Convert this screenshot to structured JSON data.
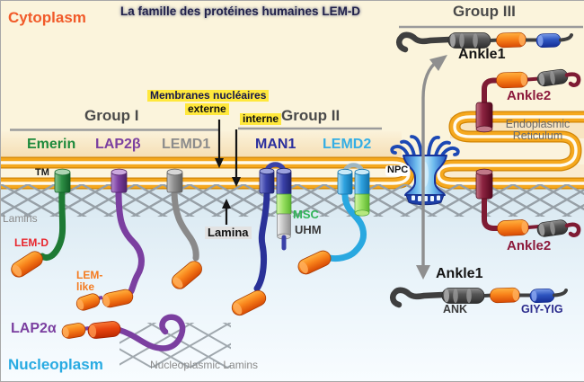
{
  "title": "La famille des protéines humaines LEM-D",
  "regions": {
    "cytoplasm": "Cytoplasm",
    "nucleoplasm": "Nucleoplasm",
    "lamins": "Lamins",
    "nucleoplasmic_lamins": "Nucleoplasmic Lamins",
    "lamina": "Lamina",
    "npc": "NPC",
    "er": {
      "line1": "Endoplasmic",
      "line2": "Reticulum"
    }
  },
  "membrane_labels": {
    "title": "Membranes nucléaires",
    "outer": "externe",
    "inner": "interne"
  },
  "groups": {
    "group1": "Group I",
    "group2": "Group II",
    "group3": "Group III"
  },
  "proteins": {
    "emerin": "Emerin",
    "lap2b": "LAP2β",
    "lemd1": "LEMD1",
    "man1": "MAN1",
    "lemd2": "LEMD2",
    "lap2a": "LAP2α",
    "ankle1": "Ankle1",
    "ankle2": "Ankle2"
  },
  "domains": {
    "tm": "TM",
    "lem_d": "LEM-D",
    "lem_like": {
      "line1": "LEM-",
      "line2": "like"
    },
    "msc": "MSC",
    "uhm": "UHM",
    "ank": "ANK",
    "giy_yig": "GIY-YIG"
  },
  "colors": {
    "cytoplasm_label": "#F15A29",
    "nucleoplasm_label": "#29ABE2",
    "emerin_green": "#1E8A3C",
    "lap2_purple": "#7B3FA0",
    "lemd1_gray": "#8C8C8C",
    "man1_navy": "#2B2F9E",
    "lemd2_cyan": "#35AEE4",
    "lem_domain_orange": "#F47B20",
    "lem_d_label_red": "#E8262D",
    "msc_green": "#2FB457",
    "ankle2_maroon": "#8C1A3C",
    "giy_yig_blue": "#2A2A8C",
    "membrane_orange": "#F2A51C",
    "highlight_yellow": "#FFE83C",
    "npc_blue": "#1E5FC8",
    "group_heading_gray": "#4A4A4A"
  }
}
